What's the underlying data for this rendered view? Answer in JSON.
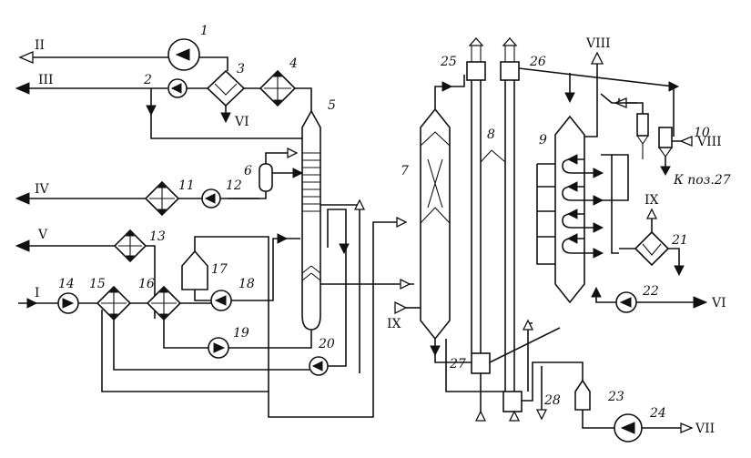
{
  "labels": {
    "n1": "1",
    "n2": "2",
    "n3": "3",
    "n4": "4",
    "n5": "5",
    "n6": "6",
    "n7": "7",
    "n8": "8",
    "n9": "9",
    "n10": "10",
    "n11": "11",
    "n12": "12",
    "n13": "13",
    "n14": "14",
    "n15": "15",
    "n16": "16",
    "n17": "17",
    "n18": "18",
    "n19": "19",
    "n20": "20",
    "n21": "21",
    "n22": "22",
    "n23": "23",
    "n24": "24",
    "n25": "25",
    "n26": "26",
    "n27": "27",
    "n28": "28"
  },
  "streams": {
    "I": "I",
    "II": "II",
    "III": "III",
    "IV": "IV",
    "V": "V",
    "VI_top": "VI",
    "VI_right": "VI",
    "VII": "VII",
    "VIII_top": "VIII",
    "VIII_right": "VIII",
    "IX_left": "IX",
    "IX_right": "IX"
  },
  "notes": {
    "to_pos27": "К поз.27"
  }
}
